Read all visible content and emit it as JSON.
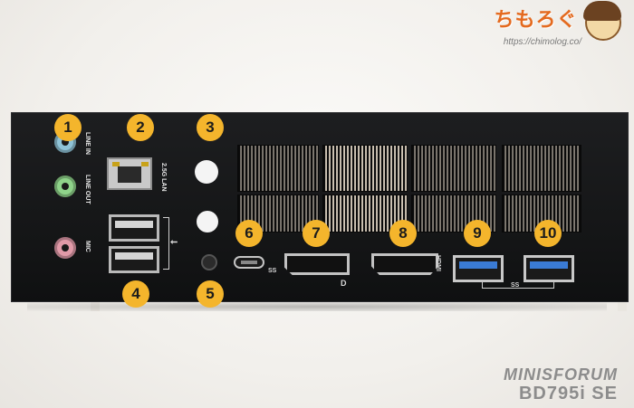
{
  "watermark": {
    "site_name": "ちもろぐ",
    "url": "https://chimolog.co/"
  },
  "port_labels": {
    "line_in": "LINE IN",
    "line_out": "LINE OUT",
    "mic": "MIC",
    "lan": "2.5G LAN",
    "usb_symbol": "⭠",
    "typec_ss": "SS",
    "hdmi_mark": "HDMI",
    "dp_mark": "D",
    "usb3_ss": "SS"
  },
  "markers": [
    "1",
    "2",
    "3",
    "4",
    "5",
    "6",
    "7",
    "8",
    "9",
    "10"
  ],
  "brand": {
    "line1": "MINISFORUM",
    "line2": "BD795i SE"
  },
  "colors": {
    "line_in": "#8fc3d7",
    "line_out": "#8fd38a",
    "mic": "#e19aa8",
    "marker": "#f4b52c",
    "usb3": "#3a7bd5"
  }
}
